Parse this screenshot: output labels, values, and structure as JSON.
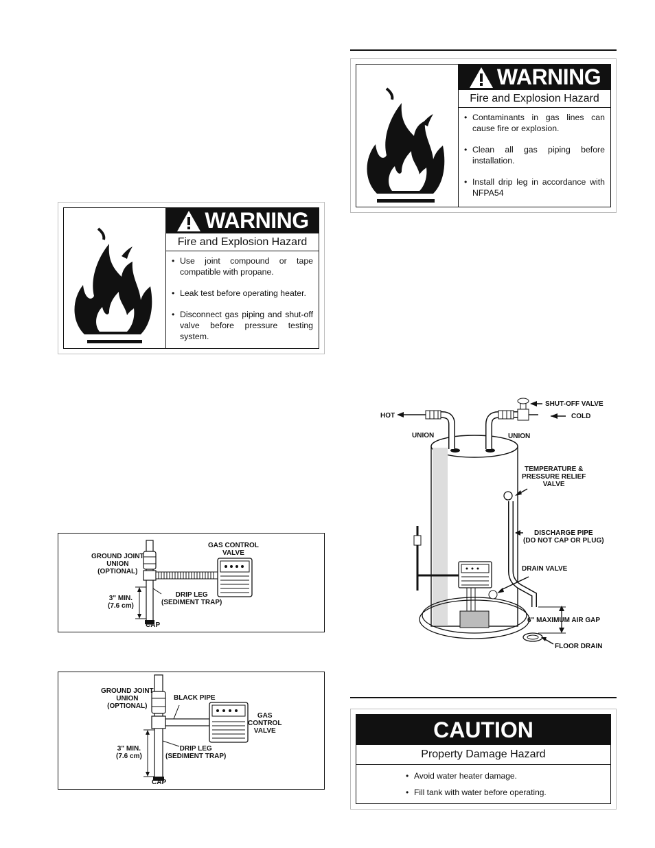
{
  "warning_propane": {
    "title": "WARNING",
    "subtitle": "Fire and Explosion Hazard",
    "items": [
      "Use joint compound or tape compatible with propane.",
      "Leak test before operating heater.",
      "Disconnect gas piping and shut-off valve before pressure testing system."
    ]
  },
  "warning_contaminants": {
    "title": "WARNING",
    "subtitle": "Fire and Explosion Hazard",
    "items": [
      "Contaminants in gas lines can cause fire or explosion.",
      "Clean all gas piping before installation.",
      "Install drip leg in accordance with NFPA54"
    ]
  },
  "diagram_flex": {
    "ground_joint": [
      "GROUND JOINT",
      "UNION",
      "(OPTIONAL)"
    ],
    "gas_control": [
      "GAS CONTROL",
      "VALVE"
    ],
    "min": [
      "3\" MIN.",
      "(7.6 cm)"
    ],
    "drip_leg": [
      "DRIP LEG",
      "(SEDIMENT TRAP)"
    ],
    "cap": "CAP"
  },
  "diagram_black": {
    "ground_joint": [
      "GROUND JOINT",
      "UNION",
      "(OPTIONAL)"
    ],
    "black_pipe": "BLACK PIPE",
    "gas_control": [
      "GAS",
      "CONTROL",
      "VALVE"
    ],
    "min": [
      "3\" MIN.",
      "(7.6 cm)"
    ],
    "drip_leg": [
      "DRIP LEG",
      "(SEDIMENT TRAP)"
    ],
    "cap": "CAP"
  },
  "heater": {
    "shutoff": "SHUT-OFF VALVE",
    "hot": "HOT",
    "cold": "COLD",
    "union_left": "UNION",
    "union_right": "UNION",
    "tp_relief": [
      "TEMPERATURE &",
      "PRESSURE RELIEF",
      "VALVE"
    ],
    "discharge": [
      "DISCHARGE PIPE",
      "(DO NOT CAP OR PLUG)"
    ],
    "drain_valve": "DRAIN VALVE",
    "air_gap": "6\" MAXIMUM AIR GAP",
    "floor_drain": "FLOOR DRAIN"
  },
  "caution": {
    "title": "CAUTION",
    "subtitle": "Property Damage Hazard",
    "items": [
      "Avoid water heater damage.",
      "Fill tank with water before operating."
    ]
  }
}
